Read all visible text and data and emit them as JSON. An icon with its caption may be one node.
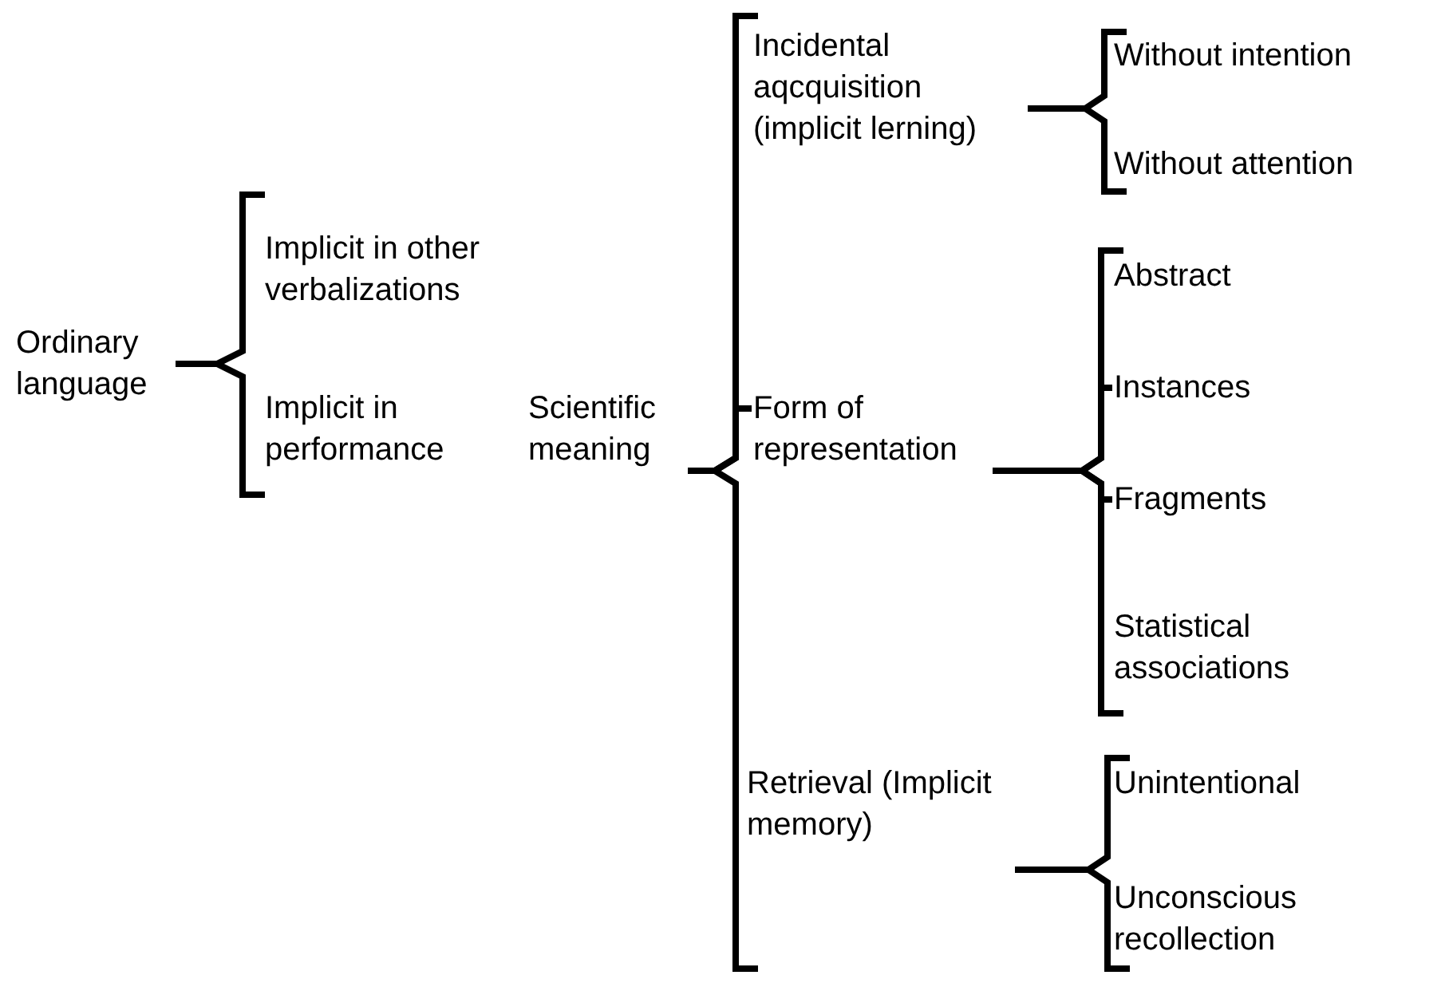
{
  "diagram": {
    "nodes": [
      {
        "text": [
          "Ordinary language"
        ]
      },
      {
        "text": [
          "Implicit in other verbalizations"
        ]
      },
      {
        "text": [
          "Implicit in performance"
        ]
      },
      {
        "text": [
          "Scientific meaning"
        ]
      },
      {
        "text": [
          "Incidental aqcquisition (implicit lerning)"
        ]
      },
      {
        "text": [
          "Form of representation"
        ]
      },
      {
        "text": [
          "Retrieval (Implicit memory)"
        ]
      },
      {
        "text": [
          "Without intention"
        ]
      },
      {
        "text": [
          "Without attention"
        ]
      },
      {
        "text": [
          "Abstract"
        ]
      },
      {
        "text": [
          "Instances"
        ]
      },
      {
        "text": [
          "Fragments"
        ]
      },
      {
        "text": [
          "Statistical associations"
        ]
      },
      {
        "text": [
          "Unintentional"
        ]
      },
      {
        "text": [
          "Unconscious recollection"
        ]
      }
    ],
    "edges": [
      {
        "from": 0,
        "to": 1,
        "arrow": "none"
      },
      {
        "from": 0,
        "to": 2,
        "arrow": "none"
      },
      {
        "from": 3,
        "to": 4,
        "arrow": "none"
      },
      {
        "from": 3,
        "to": 5,
        "arrow": "none"
      },
      {
        "from": 3,
        "to": 6,
        "arrow": "none"
      },
      {
        "from": 4,
        "to": 7,
        "arrow": "none"
      },
      {
        "from": 4,
        "to": 8,
        "arrow": "none"
      },
      {
        "from": 5,
        "to": 9,
        "arrow": "none"
      },
      {
        "from": 5,
        "to": 10,
        "arrow": "none"
      },
      {
        "from": 5,
        "to": 11,
        "arrow": "none"
      },
      {
        "from": 5,
        "to": 12,
        "arrow": "none"
      },
      {
        "from": 6,
        "to": 13,
        "arrow": "none"
      },
      {
        "from": 6,
        "to": 14,
        "arrow": "none"
      }
    ]
  }
}
